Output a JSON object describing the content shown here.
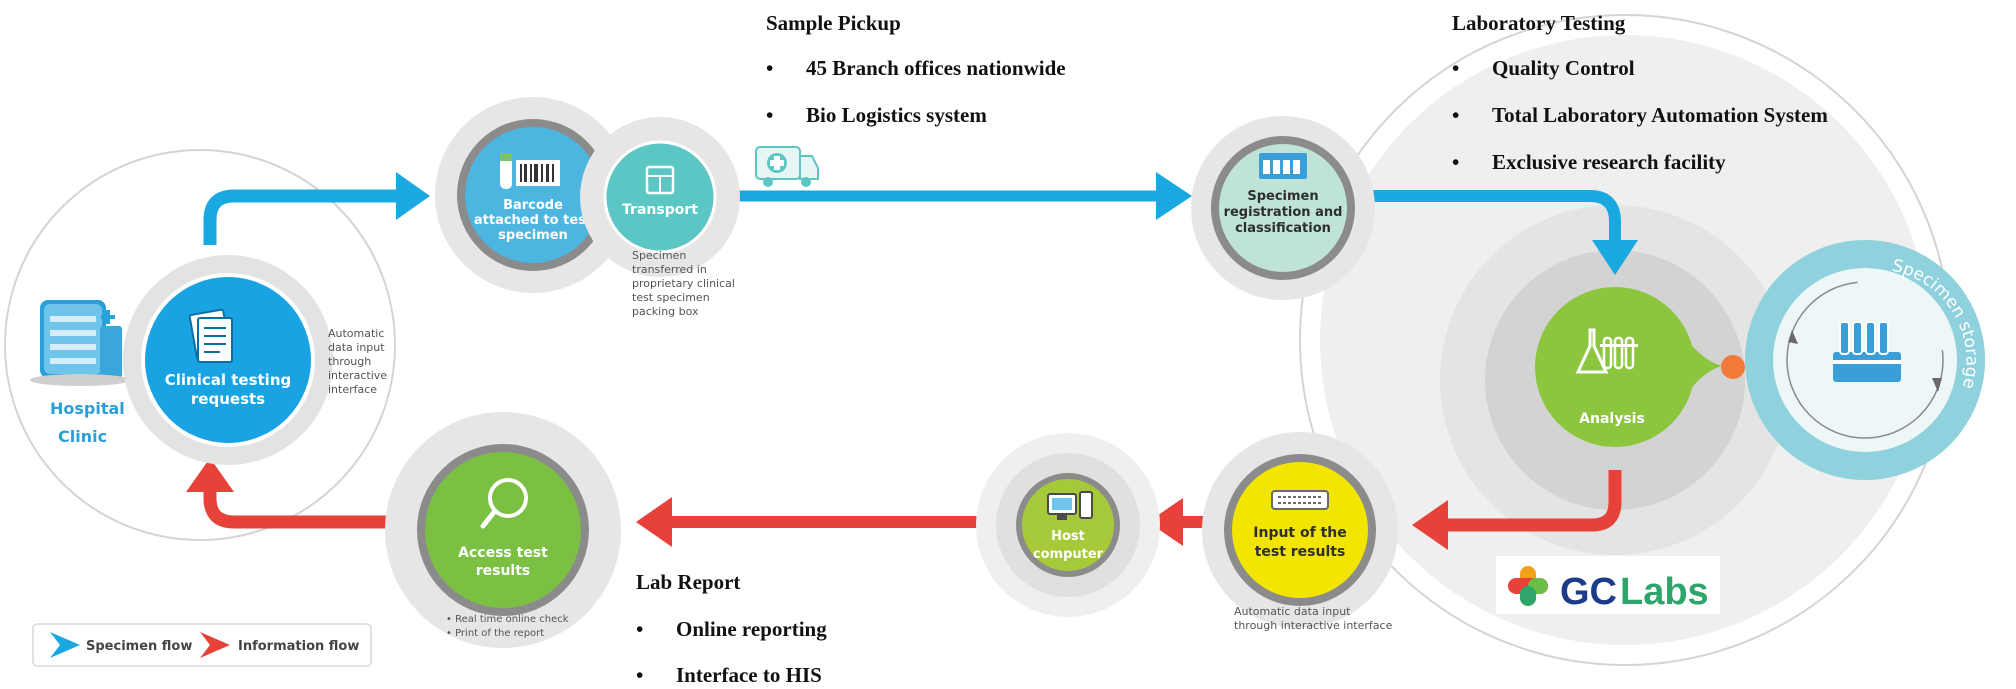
{
  "colors": {
    "specimen_flow": "#1aa8e0",
    "information_flow": "#e8413a",
    "clinical": "#1aa3e3",
    "barcode": "#4db6e0",
    "transport": "#5cc6c5",
    "registration": "#bfe3d6",
    "analysis": "#8cc63f",
    "input_results": "#f2e600",
    "host": "#a6c93a",
    "access": "#7bc043",
    "storage": "#8fd1dc",
    "hospital": "#2a9fd8"
  },
  "hospital": {
    "line1": "Hospital",
    "line2": "Clinic",
    "icon": "hospital-building-icon"
  },
  "clinical": {
    "line1": "Clinical testing",
    "line2": "requests",
    "icon": "document-icon"
  },
  "clinical_note": [
    "Automatic",
    "data input",
    "through",
    "interactive",
    "interface"
  ],
  "barcode": {
    "line1": "Barcode",
    "line2": "attached to test",
    "line3": "specimen",
    "icon": "barcode-tube-icon"
  },
  "transport": {
    "label": "Transport",
    "icon": "box-icon"
  },
  "transport_note": [
    "Specimen",
    "transferred in",
    "proprietary clinical",
    "test specimen",
    "packing box"
  ],
  "ambulance_icon": "ambulance-icon",
  "registration": {
    "line1": "Specimen",
    "line2": "registration and",
    "line3": "classification",
    "icon": "grid-tray-icon"
  },
  "analysis": {
    "label": "Analysis",
    "icon": "lab-flask-icon"
  },
  "storage": {
    "label": "Specimen storage",
    "icon": "rack-icon"
  },
  "input_results": {
    "line1": "Input of the",
    "line2": "test results",
    "icon": "keyboard-icon"
  },
  "input_note": [
    "Automatic data input",
    "through interactive interface"
  ],
  "host": {
    "line1": "Host",
    "line2": "computer",
    "icon": "computer-icon"
  },
  "access": {
    "line1": "Access test",
    "line2": "results",
    "icon": "magnifier-icon"
  },
  "access_note": [
    "• Real time online check",
    "• Print of the report"
  ],
  "sample_pickup": {
    "title": "Sample Pickup",
    "items": [
      "45 Branch offices nationwide",
      "Bio Logistics system"
    ]
  },
  "lab_testing": {
    "title": "Laboratory Testing",
    "items": [
      "Quality Control",
      "Total Laboratory Automation System",
      "Exclusive research facility"
    ]
  },
  "lab_report": {
    "title": "Lab Report",
    "items": [
      "Online reporting",
      "Interface to HIS"
    ]
  },
  "logo": {
    "gc": "GC",
    "labs": "Labs"
  },
  "legend": {
    "specimen": "Specimen flow",
    "information": "Information flow"
  },
  "bullet": "•"
}
